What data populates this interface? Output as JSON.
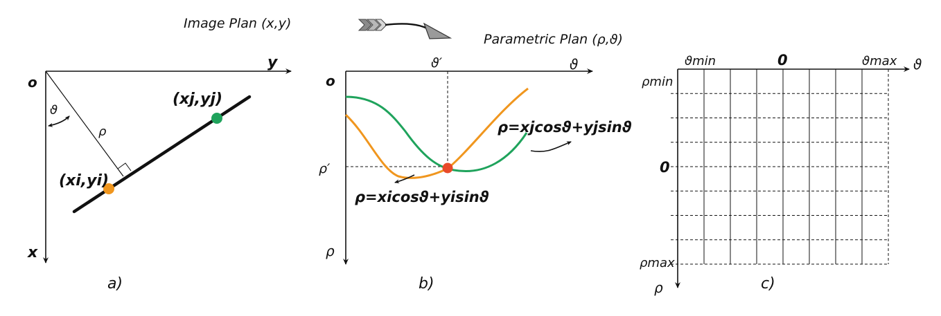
{
  "header": {
    "image_plan": "Image Plan (x,y)",
    "parametric_plan": "Parametric Plan (ρ,ϑ)"
  },
  "panel_a": {
    "origin": "o",
    "x_axis": "x",
    "y_axis": "y",
    "theta": "ϑ",
    "rho": "ρ",
    "point_i": "(xi,yi)",
    "point_j": "(xj,yj)",
    "caption": "a)",
    "colors": {
      "point_i": "#f0961e",
      "point_j": "#1fa35c"
    }
  },
  "panel_b": {
    "origin": "o",
    "theta_axis": "ϑ",
    "rho_axis": "ρ",
    "theta_prime": "ϑ′",
    "rho_prime": "ρ′",
    "eq_j": "ρ=xjcosϑ+yjsinϑ",
    "eq_i": "ρ=xicosϑ+yisinϑ",
    "caption": "b)",
    "colors": {
      "curve_i": "#f0961e",
      "curve_j": "#1fa35c",
      "intersection": "#e84a2a"
    }
  },
  "panel_c": {
    "theta_min": "ϑmin",
    "theta_zero": "0",
    "theta_max": "ϑmax",
    "theta_axis": "ϑ",
    "rho_min": "ρmin",
    "rho_zero": "0",
    "rho_max": "ρmax",
    "rho_axis": "ρ",
    "caption": "c)"
  }
}
